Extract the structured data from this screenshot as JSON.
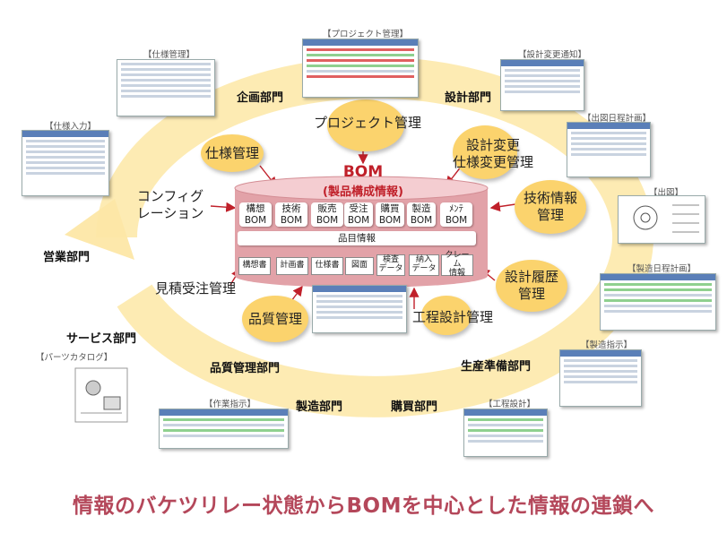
{
  "caption": "情報のバケツリレー状態からBOMを中心とした情報の連鎖へ",
  "bom": {
    "title": "BOM",
    "subtitle": "(製品構成情報)",
    "modules": [
      {
        "line1": "構想",
        "line2": "BOM"
      },
      {
        "line1": "技術",
        "line2": "BOM"
      },
      {
        "line1": "販売",
        "line2": "BOM"
      },
      {
        "line1": "受注",
        "line2": "BOM"
      },
      {
        "line1": "購買",
        "line2": "BOM"
      },
      {
        "line1": "製造",
        "line2": "BOM"
      },
      {
        "line1": "ﾒﾝﾃ",
        "line2": "BOM"
      }
    ],
    "item_info": "品目情報",
    "documents": [
      {
        "line1": "構想書",
        "line2": ""
      },
      {
        "line1": "計画書",
        "line2": ""
      },
      {
        "line1": "仕様書",
        "line2": ""
      },
      {
        "line1": "図面",
        "line2": ""
      },
      {
        "line1": "検査",
        "line2": "データ"
      },
      {
        "line1": "納入",
        "line2": "データ"
      },
      {
        "line1": "クレーム",
        "line2": "情報"
      }
    ]
  },
  "processes": {
    "project": "プロジェクト管理",
    "spec": "仕様管理",
    "design_change_1": "設計変更",
    "design_change_2": "仕様変更管理",
    "config_1": "コンフィグ",
    "config_2": "レーション",
    "tech_info_1": "技術情報",
    "tech_info_2": "管理",
    "estimate": "見積受注管理",
    "design_history_1": "設計履歴",
    "design_history_2": "管理",
    "quality": "品質管理",
    "process_design": "工程設計管理"
  },
  "departments": {
    "planning": "企画部門",
    "design": "設計部門",
    "sales": "営業部門",
    "service": "サービス部門",
    "quality": "品質管理部門",
    "manufacturing": "製造部門",
    "purchasing": "購買部門",
    "production_prep": "生産準備部門"
  },
  "screens": {
    "spec_mgmt": "【仕様管理】",
    "project_mgmt": "【プロジェクト管理】",
    "design_change": "【設計変更通知】",
    "spec_input": "【仕様入力】",
    "drawing_schedule": "【出図日程計画】",
    "drawing": "【出図】",
    "mfg_schedule": "【製造日程計画】",
    "parts_catalog": "【パーツカタログ】",
    "mfg_instruction": "【製造指示】",
    "work_instruction": "【作業指示】",
    "process_design": "【工程設計】"
  },
  "colors": {
    "ring": "#fbd36d",
    "bom_body": "#e2a2a8",
    "bom_top": "#f4cdd1",
    "bom_text": "#c0202a",
    "caption": "#b4475a",
    "arrow": "#c0202a"
  }
}
